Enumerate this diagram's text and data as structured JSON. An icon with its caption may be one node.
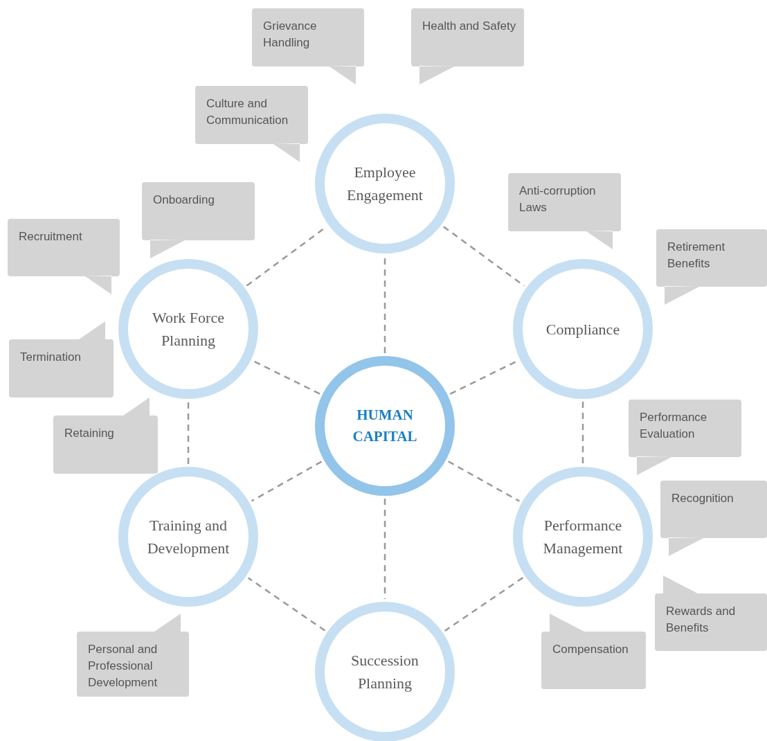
{
  "diagram": {
    "nodes": [
      {
        "text": [
          "Grievance Handling"
        ]
      },
      {
        "text": [
          "Health and Safety"
        ]
      },
      {
        "text": [
          "Culture and Communication"
        ]
      },
      {
        "text": [
          "Employee Engagement"
        ]
      },
      {
        "text": [
          "Onboarding"
        ]
      },
      {
        "text": [
          "Anti-corruption Laws"
        ]
      },
      {
        "text": [
          "Recruitment"
        ]
      },
      {
        "text": [
          "Retirement Benefits"
        ]
      },
      {
        "text": [
          "Work Force Planning"
        ]
      },
      {
        "text": [
          "Compliance"
        ]
      },
      {
        "text": [
          "Termination"
        ]
      },
      {
        "text": [
          "Performance Evaluation"
        ]
      },
      {
        "text": [
          "Retaining"
        ]
      },
      {
        "text": [
          "HUMAN CAPITAL"
        ]
      },
      {
        "text": [
          "Recognition"
        ]
      },
      {
        "text": [
          "Training and Development"
        ]
      },
      {
        "text": [
          "Performance Management"
        ]
      },
      {
        "text": [
          "Rewards and Benefits"
        ]
      },
      {
        "text": [
          "Personal and Professional Development"
        ]
      },
      {
        "text": [
          "Compensation"
        ]
      },
      {
        "text": [
          "Succession Planning"
        ]
      }
    ],
    "edges": [
      {
        "from": 13,
        "to": 3,
        "arrow": "none",
        "style": "dashed"
      },
      {
        "from": 13,
        "to": 9,
        "arrow": "none",
        "style": "dashed"
      },
      {
        "from": 13,
        "to": 16,
        "arrow": "none",
        "style": "dashed"
      },
      {
        "from": 13,
        "to": 20,
        "arrow": "none",
        "style": "dashed"
      },
      {
        "from": 13,
        "to": 15,
        "arrow": "none",
        "style": "dashed"
      },
      {
        "from": 13,
        "to": 8,
        "arrow": "none",
        "style": "dashed"
      },
      {
        "from": 3,
        "to": 9,
        "arrow": "none",
        "style": "dashed"
      },
      {
        "from": 9,
        "to": 16,
        "arrow": "none",
        "style": "dashed"
      },
      {
        "from": 16,
        "to": 20,
        "arrow": "none",
        "style": "dashed"
      },
      {
        "from": 20,
        "to": 15,
        "arrow": "none",
        "style": "dashed"
      },
      {
        "from": 15,
        "to": 8,
        "arrow": "none",
        "style": "dashed"
      },
      {
        "from": 8,
        "to": 3,
        "arrow": "none",
        "style": "dashed"
      }
    ]
  }
}
